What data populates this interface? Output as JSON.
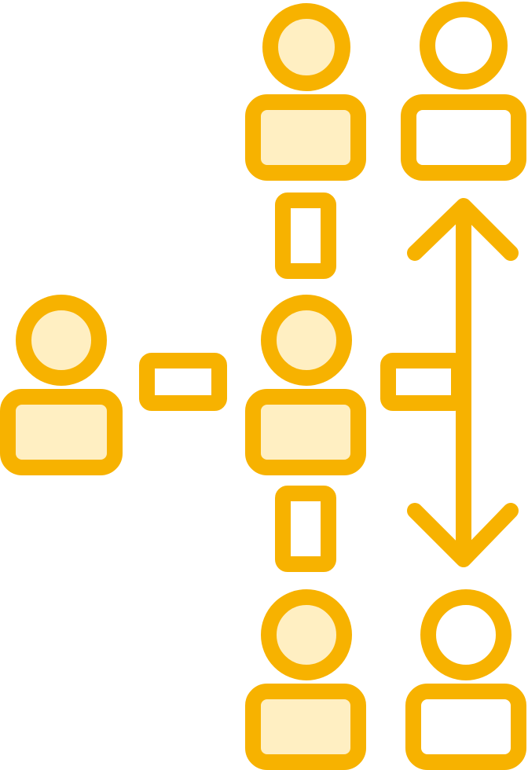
{
  "colors": {
    "stroke": "#F7B200",
    "fill_light": "#FFEFC2",
    "background": "#FFFFFF"
  },
  "icon": "organization-hierarchy-icon",
  "nodes": [
    {
      "id": "center-top",
      "role": "person",
      "filled": true
    },
    {
      "id": "right-top",
      "role": "person",
      "filled": false
    },
    {
      "id": "left-middle",
      "role": "person",
      "filled": true
    },
    {
      "id": "center-middle",
      "role": "person",
      "filled": true
    },
    {
      "id": "center-bottom",
      "role": "person",
      "filled": true
    },
    {
      "id": "right-bottom",
      "role": "person",
      "filled": false
    }
  ],
  "connectors": [
    {
      "id": "left-to-center",
      "orientation": "horizontal"
    },
    {
      "id": "center-top-to-middle",
      "orientation": "vertical"
    },
    {
      "id": "center-middle-to-bottom",
      "orientation": "vertical"
    },
    {
      "id": "center-to-arrow",
      "orientation": "horizontal"
    }
  ],
  "arrow": {
    "id": "right-vertical-arrow",
    "direction": "both"
  }
}
